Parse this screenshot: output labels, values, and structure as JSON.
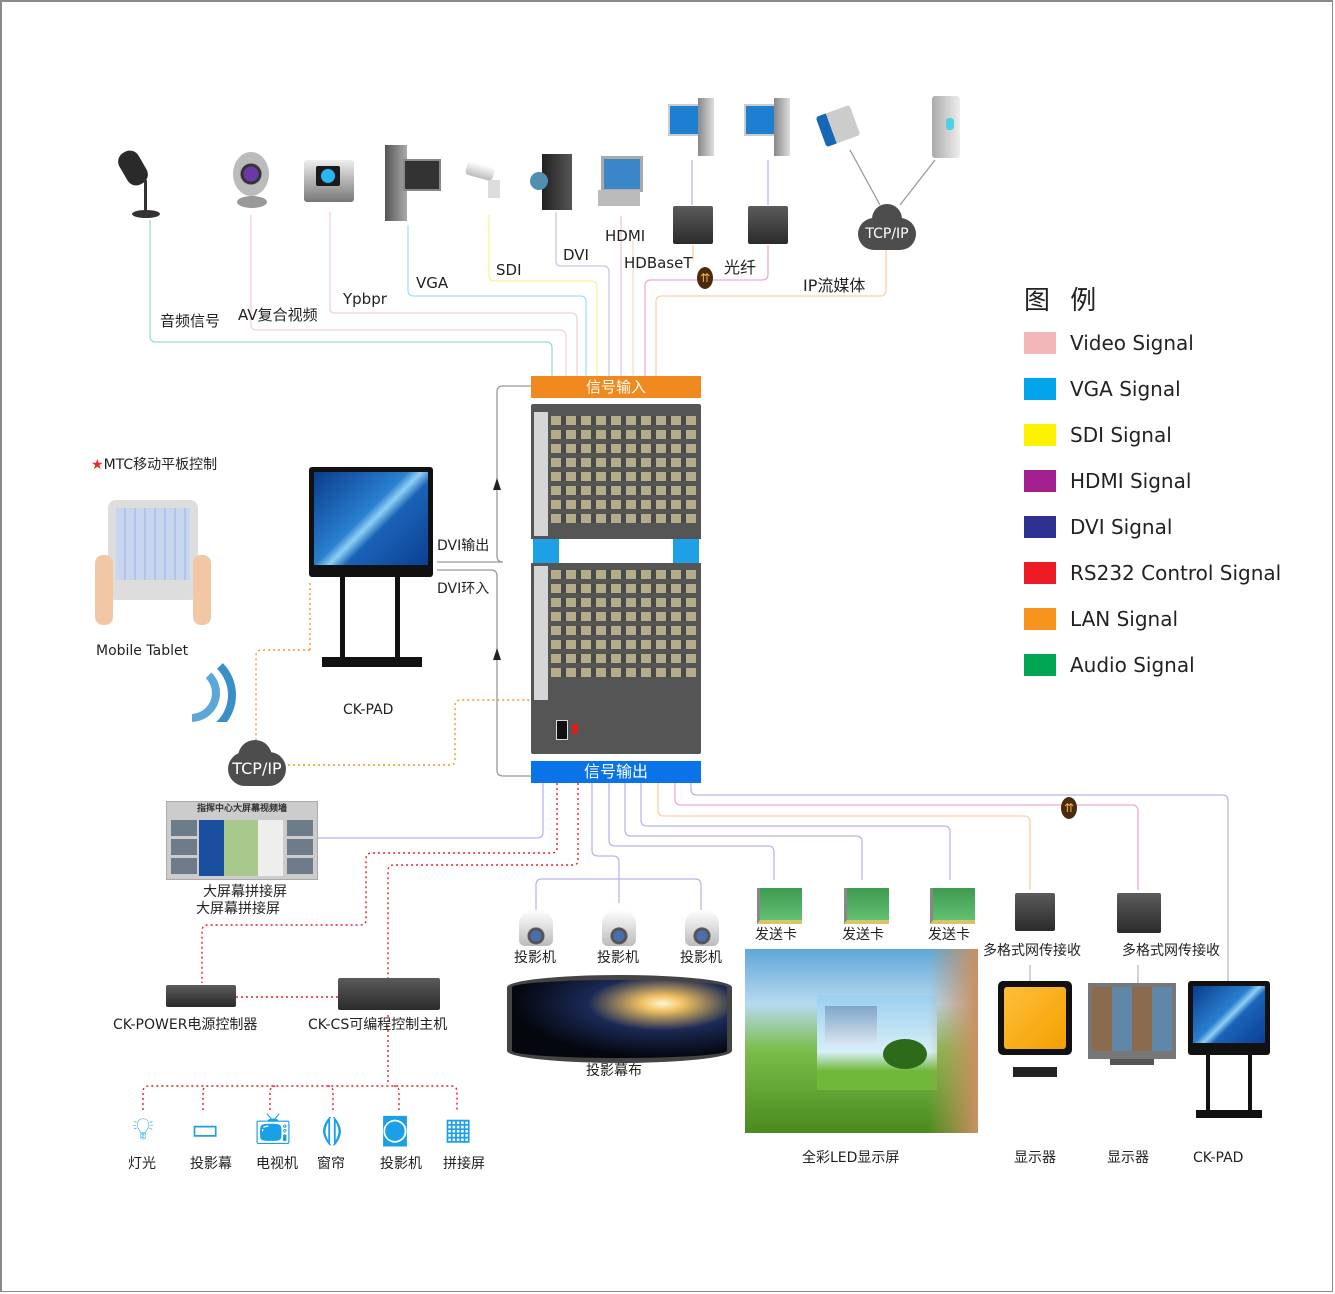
{
  "legend": {
    "title": "图 例",
    "items": [
      {
        "label": "Video Signal",
        "color": "#f4b7b9"
      },
      {
        "label": "VGA Signal",
        "color": "#00a5ec"
      },
      {
        "label": "SDI Signal",
        "color": "#fff200"
      },
      {
        "label": "HDMI Signal",
        "color": "#a3218e"
      },
      {
        "label": "DVI Signal",
        "color": "#2e3192"
      },
      {
        "label": "RS232 Control Signal",
        "color": "#ed1c24"
      },
      {
        "label": "LAN Signal",
        "color": "#f7941d"
      },
      {
        "label": "Audio Signal",
        "color": "#00a651"
      }
    ]
  },
  "inputs": {
    "audio": "音频信号",
    "av": "AV复合视频",
    "ypbpr": "Ypbpr",
    "vga": "VGA",
    "sdi": "SDI",
    "dvi": "DVI",
    "hdmi": "HDMI",
    "hdbaset": "HDBaseT",
    "fiber": "光纤",
    "ip_stream": "IP流媒体",
    "cloud_top": "TCP/IP"
  },
  "matrix": {
    "input_bar": "信号输入",
    "output_bar": "信号输出",
    "dvi_out": "DVI输出",
    "dvi_loop_in": "DVI环入"
  },
  "left": {
    "mtc_title": "MTC移动平板控制",
    "mobile_tablet": "Mobile Tablet",
    "ck_pad": "CK-PAD",
    "cloud": "TCP/IP",
    "video_wall_header": "指挥中心大屏幕视频墙",
    "video_wall_label1": "大屏幕拼接屏",
    "video_wall_label2": "大屏幕拼接屏",
    "power_ctrl": "CK-POWER电源控制器",
    "cs_host": "CK-CS可编程控制主机"
  },
  "controlled": [
    {
      "label": "灯光",
      "icon": "light-bulb-icon"
    },
    {
      "label": "投影幕",
      "icon": "projection-screen-icon"
    },
    {
      "label": "电视机",
      "icon": "tv-icon"
    },
    {
      "label": "窗帘",
      "icon": "curtain-icon"
    },
    {
      "label": "投影机",
      "icon": "projector-icon"
    },
    {
      "label": "拼接屏",
      "icon": "video-wall-icon"
    }
  ],
  "outputs": {
    "projectors": [
      "投影机",
      "投影机",
      "投影机"
    ],
    "projection_screen": "投影幕布",
    "sender_cards": [
      "发送卡",
      "发送卡",
      "发送卡"
    ],
    "led_screen": "全彩LED显示屏",
    "receivers": [
      "多格式网传接收",
      "多格式网传接收"
    ],
    "monitor1": "显示器",
    "monitor2": "显示器",
    "ck_pad": "CK-PAD"
  }
}
